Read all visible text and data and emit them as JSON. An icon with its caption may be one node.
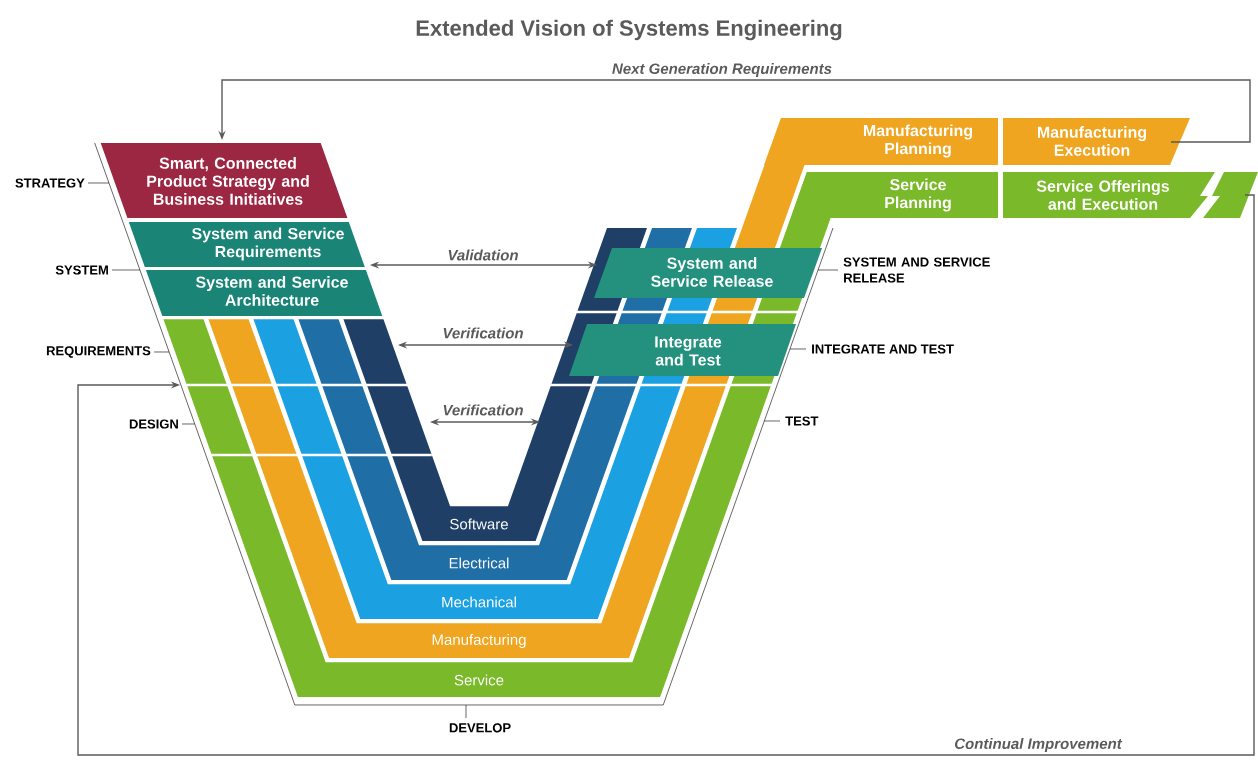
{
  "diagram": {
    "title": "Extended Vision of Systems Engineering",
    "nodes": [
      {
        "text": [
          "Smart, Connected Product Strategy and Business Initiatives"
        ]
      },
      {
        "text": [
          "System and Service Requirements"
        ]
      },
      {
        "text": [
          "System and Service Architecture"
        ]
      },
      {
        "text": [
          "System and Service Release"
        ]
      },
      {
        "text": [
          "Integrate and Test"
        ]
      },
      {
        "text": [
          "Manufacturing Planning"
        ]
      },
      {
        "text": [
          "Manufacturing Execution"
        ]
      },
      {
        "text": [
          "Service Planning"
        ]
      },
      {
        "text": [
          "Service Offerings and Execution"
        ]
      },
      {
        "text": [
          "Software"
        ]
      },
      {
        "text": [
          "Electrical"
        ]
      },
      {
        "text": [
          "Mechanical"
        ]
      },
      {
        "text": [
          "Manufacturing"
        ]
      },
      {
        "text": [
          "Service"
        ]
      }
    ],
    "edges": [
      {
        "from": 1,
        "to": 3,
        "arrow": "both",
        "label": "Validation"
      },
      {
        "from": 9,
        "to": 4,
        "arrow": "both",
        "label": "Verification"
      },
      {
        "from": 9,
        "to": 9,
        "arrow": "both",
        "label": "Verification"
      },
      {
        "from": 6,
        "to": 0,
        "arrow": "to",
        "label": "Next Generation Requirements"
      },
      {
        "from": 8,
        "to": 13,
        "arrow": "to",
        "label": "Continual Improvement"
      }
    ],
    "labels": [
      "STRATEGY",
      "SYSTEM",
      "SYSTEM AND SERVICE RELEASE",
      "REQUIREMENTS",
      "INTEGRATE AND TEST",
      "DESIGN",
      "TEST",
      "DEVELOP"
    ]
  }
}
